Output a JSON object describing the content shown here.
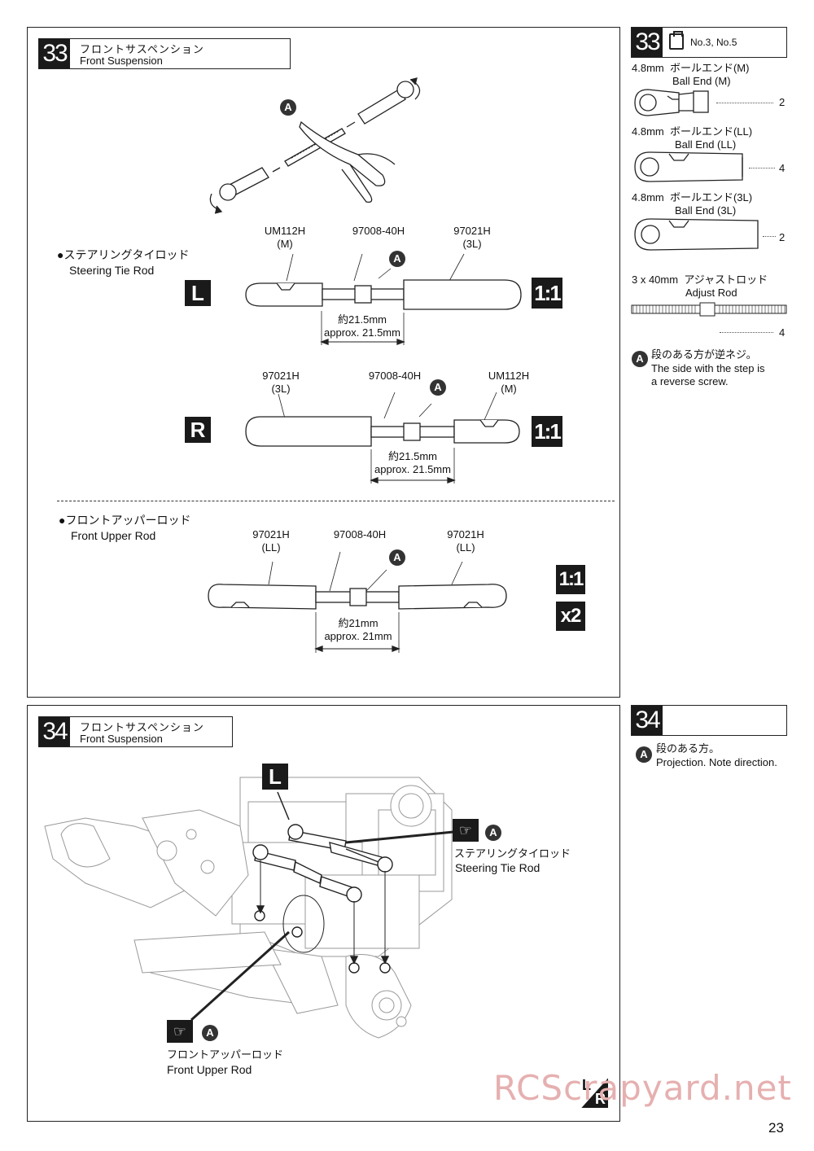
{
  "page_number": "23",
  "watermark": "RCScrapyard.net",
  "step33": {
    "number": "33",
    "title_jp": "フロントサスペンション",
    "title_en": "Front Suspension",
    "tie_rod_jp": "●ステアリングタイロッド",
    "tie_rod_en": "Steering Tie Rod",
    "upper_rod_jp": "●フロントアッパーロッド",
    "upper_rod_en": "Front Upper Rod",
    "marker_a": "A",
    "side_l": "L",
    "side_r": "R",
    "scale": "1:1",
    "qty_x2": "x2",
    "left_rod": {
      "part_left": "UM112H",
      "part_left_sub": "(M)",
      "part_mid": "97008-40H",
      "part_right": "97021H",
      "part_right_sub": "(3L)",
      "dim_jp": "約21.5mm",
      "dim_en": "approx. 21.5mm"
    },
    "right_rod": {
      "part_left": "97021H",
      "part_left_sub": "(3L)",
      "part_mid": "97008-40H",
      "part_right": "UM112H",
      "part_right_sub": "(M)",
      "dim_jp": "約21.5mm",
      "dim_en": "approx. 21.5mm"
    },
    "upper_rod": {
      "part_left": "97021H",
      "part_left_sub": "(LL)",
      "part_mid": "97008-40H",
      "part_right": "97021H",
      "part_right_sub": "(LL)",
      "dim_jp": "約21mm",
      "dim_en": "approx. 21mm"
    }
  },
  "parts33": {
    "number": "33",
    "bag": "No.3, No.5",
    "items": [
      {
        "size": "4.8mm",
        "jp": "ボールエンド(M)",
        "en": "Ball End (M)",
        "qty": "2"
      },
      {
        "size": "4.8mm",
        "jp": "ボールエンド(LL)",
        "en": "Ball End (LL)",
        "qty": "4"
      },
      {
        "size": "4.8mm",
        "jp": "ボールエンド(3L)",
        "en": "Ball End (3L)",
        "qty": "2"
      },
      {
        "size": "3 x 40mm",
        "jp": "アジャストロッド",
        "en": "Adjust Rod",
        "qty": "4"
      }
    ],
    "note_marker": "A",
    "note_jp": "段のある方が逆ネジ。",
    "note_en1": "The side with the step is",
    "note_en2": "a reverse screw."
  },
  "step34": {
    "number": "34",
    "title_jp": "フロントサスペンション",
    "title_en": "Front Suspension",
    "side_l": "L",
    "tie_rod_jp": "ステアリングタイロッド",
    "tie_rod_en": "Steering Tie Rod",
    "upper_rod_jp": "フロントアッパーロッド",
    "upper_rod_en": "Front Upper Rod",
    "marker_a": "A",
    "lr_l": "L",
    "lr_r": "R"
  },
  "parts34": {
    "number": "34",
    "note_marker": "A",
    "note_jp": "段のある方。",
    "note_en": "Projection. Note direction."
  }
}
